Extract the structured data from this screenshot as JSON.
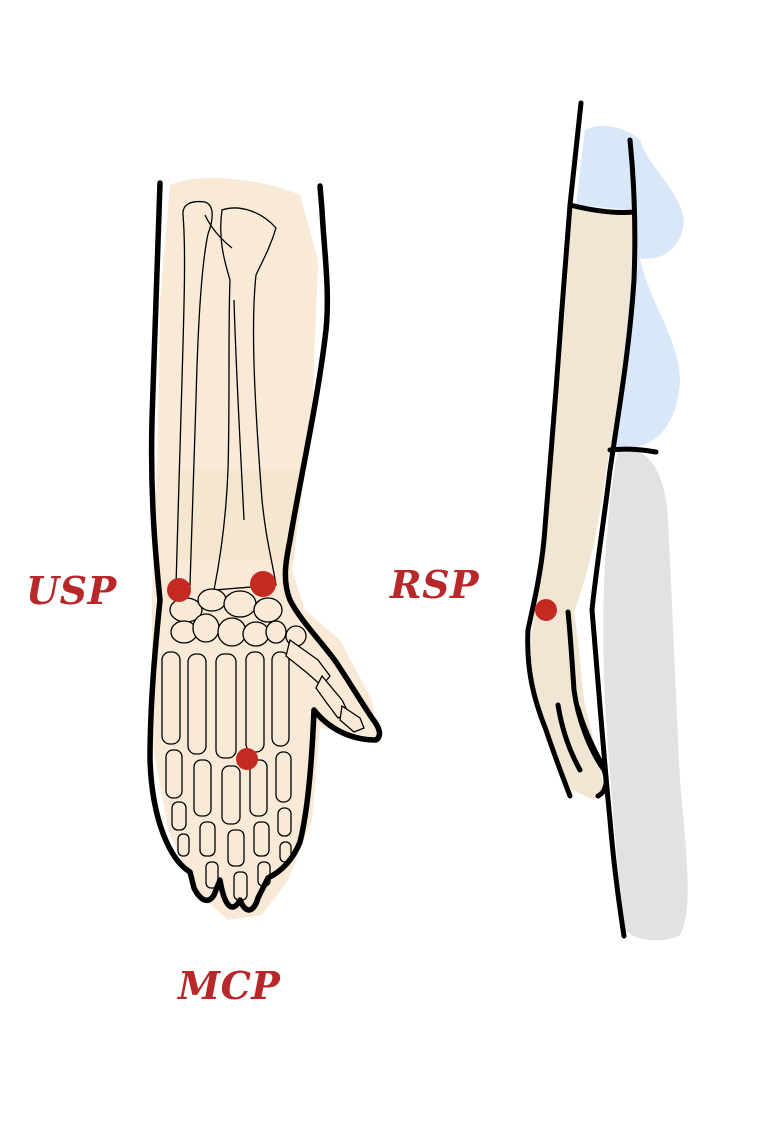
{
  "labels": {
    "usp": "USP",
    "rsp": "RSP",
    "mcp": "MCP"
  },
  "colors": {
    "point": "#c42a22",
    "label": "#b8282a",
    "skin": "#f8ead7",
    "skin_shade": "#ecdfcc",
    "clothing": "#d9e8f8",
    "shadow": "#e2e2e2",
    "outline": "#000000"
  }
}
